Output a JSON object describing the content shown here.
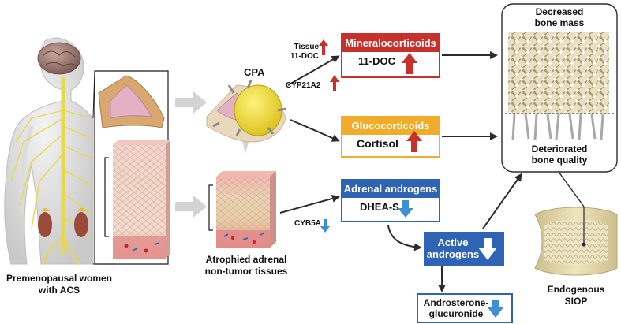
{
  "colors": {
    "red": "#c8312b",
    "orange": "#f2ac2c",
    "blue": "#2f64b4",
    "up_arrow": "#c8312b",
    "down_arrow": "#3d8fd6",
    "bone": "#d9cba0",
    "nerve": "#e8d84a"
  },
  "labels": {
    "women": [
      "Premenopausal women",
      "with ACS"
    ],
    "cpa": "CPA",
    "tissue_11doc": [
      "Tissue",
      "11-DOC"
    ],
    "cyp21a2": "CYP21A2",
    "cyb5a": "CYB5A",
    "atrophied": [
      "Atrophied adrenal",
      "non-tumor tissues"
    ],
    "decreased": [
      "Decreased",
      "bone mass"
    ],
    "deteriorated": [
      "Deteriorated",
      "bone quality"
    ],
    "endogenous": [
      "Endogenous",
      "SIOP"
    ]
  },
  "boxes": {
    "mineralo": {
      "title": "Mineralocorticoids",
      "value": "11-DOC",
      "arrow": "up"
    },
    "gluco": {
      "title": "Glucocorticoids",
      "value": "Cortisol",
      "arrow": "up"
    },
    "androgens": {
      "title": "Adrenal androgens",
      "value": "DHEA-S",
      "arrow": "down"
    },
    "active": {
      "title": [
        "Active",
        "androgens"
      ],
      "arrow": "down"
    },
    "androsterone": {
      "title": [
        "Androsterone-",
        "glucuronide"
      ],
      "arrow": "down"
    }
  },
  "icons": [
    "human-body-icon",
    "brain-icon",
    "kidney-icon",
    "adrenal-gland-icon",
    "tissue-block-icon",
    "bone-trabecular-icon",
    "vertebra-icon",
    "up-arrow-icon",
    "down-arrow-icon"
  ]
}
